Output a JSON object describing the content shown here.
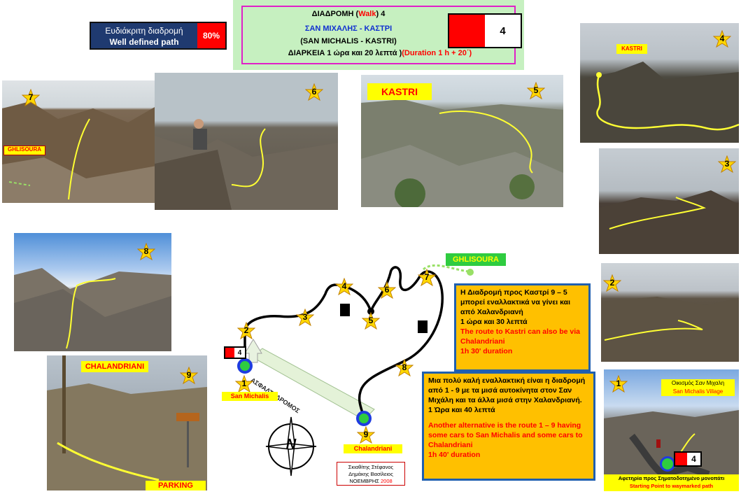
{
  "header": {
    "line1_prefix": "ΔΙΑΔΡΟΜΗ (",
    "line1_walk": "Walk",
    "line1_suffix": ") 4",
    "line2": "ΣΑΝ ΜΙΧΑΛΗΣ - ΚΑΣΤΡΙ",
    "line3": "(SAN MICHALIS - KASTRI)",
    "line4_gr": "ΔΙΑΡΚΕΙΑ 1 ώρα και 20 λεπτά )",
    "line4_en": "(Duration 1 h + 20΄)",
    "waymark_number": "4"
  },
  "defined_path": {
    "gr": "Ευδιάκριτη διαδρομή",
    "en": "Well defined path",
    "percent": "80%"
  },
  "photos": [
    {
      "number": "7",
      "label": "GHLISOURA"
    },
    {
      "number": "6"
    },
    {
      "number": "5",
      "label": "KASTRI"
    },
    {
      "number": "4",
      "label": "KASTRI"
    },
    {
      "number": "3"
    },
    {
      "number": "8"
    },
    {
      "number": "2"
    },
    {
      "number": "9",
      "label": "CHALANDRIANI",
      "label2": "PARKING"
    },
    {
      "number": "1",
      "village_gr": "Οικισμός Σαν Μιχαλη",
      "village_en": "San Michalis Village",
      "start_gr": "Αφετηρία προς Σηματοδοτημένο  μονοπάτι",
      "start_en": "Starting Point to waymarked  path",
      "waymark": "4"
    }
  ],
  "map": {
    "ghlisoura": "GHLISOURA",
    "san_michalis": "San Michalis",
    "chalandriani": "Chalandriani",
    "road": "ΑΣΦΑΛΤΟΔΡΟΜΟΣ",
    "waymark": "4",
    "compass_letter": "N",
    "stars": [
      "1",
      "2",
      "3",
      "4",
      "5",
      "6",
      "7",
      "8",
      "9"
    ]
  },
  "info1": {
    "gr1": "Η Διαδρομή προς Καστρί  9 – 5 μπορεί εναλλακτικά να γίνει και από Χαλανδριανή",
    "gr2": "1 ώρα και 30 λεπτά",
    "en1": "The route to Kastri can also be via Chalandriani",
    "en2": "1h 30' duration"
  },
  "info2": {
    "gr1": "Μια πολύ καλή εναλλακτική είναι η διαδρομή από 1 - 9 με τα μισά αυτοκίνητα στον Σαν Μιχάλη και τα άλλα μισά στην Χαλανδριανή.",
    "gr2": "1 Ώρα και 40 λεπτά",
    "en1": "Another alternative is the route 1 – 9 having some cars to San Michalis and some cars to Chalandriani",
    "en2": "1h 40' duration"
  },
  "credits": {
    "line1": "Σκιαθίτης Στέφανος",
    "line2": "Δημάκης Βασίλειος",
    "line3_prefix": "ΝΟΕΜΒΡΗΣ ",
    "year": "2008"
  },
  "colors": {
    "star": "#ffd700",
    "route": "#ffff33",
    "box": "#ffc000",
    "border": "#1f5fb0",
    "header_bg": "#c6f0c0",
    "header_border": "#e020c8"
  }
}
